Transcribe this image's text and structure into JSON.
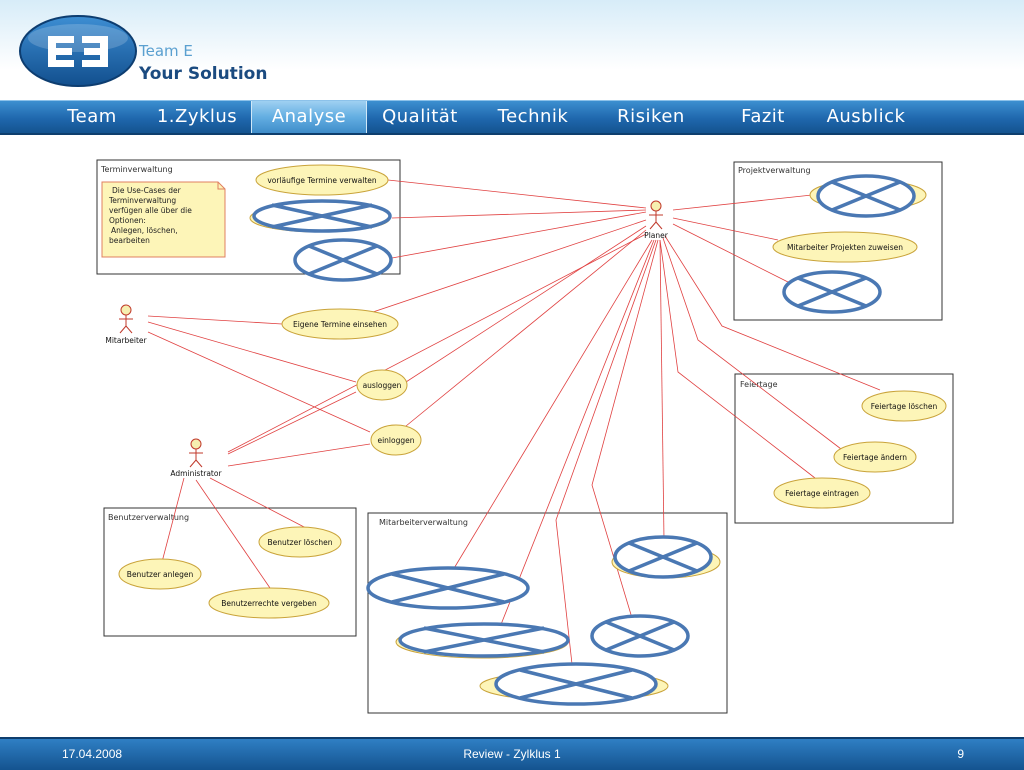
{
  "brand": {
    "line1": "Team E",
    "line2": "Your Solution",
    "logo_icon": "team-e-logo-icon",
    "accent": "#1b65ad"
  },
  "nav": [
    {
      "label": "Team"
    },
    {
      "label": "1.Zyklus"
    },
    {
      "label": "Analyse",
      "active": true
    },
    {
      "label": "Qualität"
    },
    {
      "label": "Technik"
    },
    {
      "label": "Risiken"
    },
    {
      "label": "Fazit"
    },
    {
      "label": "Ausblick"
    }
  ],
  "diagram": {
    "packages": {
      "terminverwaltung": "Terminverwaltung",
      "projektverwaltung": "Projektverwaltung",
      "feiertage": "Feiertage",
      "benutzerverwaltung": "Benutzerverwaltung",
      "mitarbeiterverwaltung": "Mitarbeiterverwaltung"
    },
    "note": [
      "Die Use-Cases der",
      "Terminverwaltung",
      "verfügen alle über die",
      "Optionen:",
      "Anlegen, löschen,",
      "bearbeiten"
    ],
    "actors": {
      "planer": "Planer",
      "mitarbeiter": "Mitarbeiter",
      "administrator": "Administrator"
    },
    "usecases": {
      "vorlaeufige_termine": "vorläufige Termine verwalten",
      "eigene_termine": "Eigene Termine einsehen",
      "ausloggen": "ausloggen",
      "einloggen": "einloggen",
      "mitarbeiter_projekten": "Mitarbeiter Projekten zuweisen",
      "feiertage_loeschen": "Feiertage löschen",
      "feiertage_aendern": "Feiertage ändern",
      "feiertage_eintragen": "Feiertage eintragen",
      "benutzer_loeschen": "Benutzer löschen",
      "benutzer_anlegen": "Benutzer anlegen",
      "benutzerrechte": "Benutzerrechte vergeben"
    },
    "colors": {
      "usecase_fill": "#fdf5b8",
      "usecase_stroke": "#c9a33a",
      "association": "#e04040",
      "crossout": "#4a78b3"
    }
  },
  "footer": {
    "date": "17.04.2008",
    "title": "Review - Zylklus 1",
    "page": "9"
  }
}
